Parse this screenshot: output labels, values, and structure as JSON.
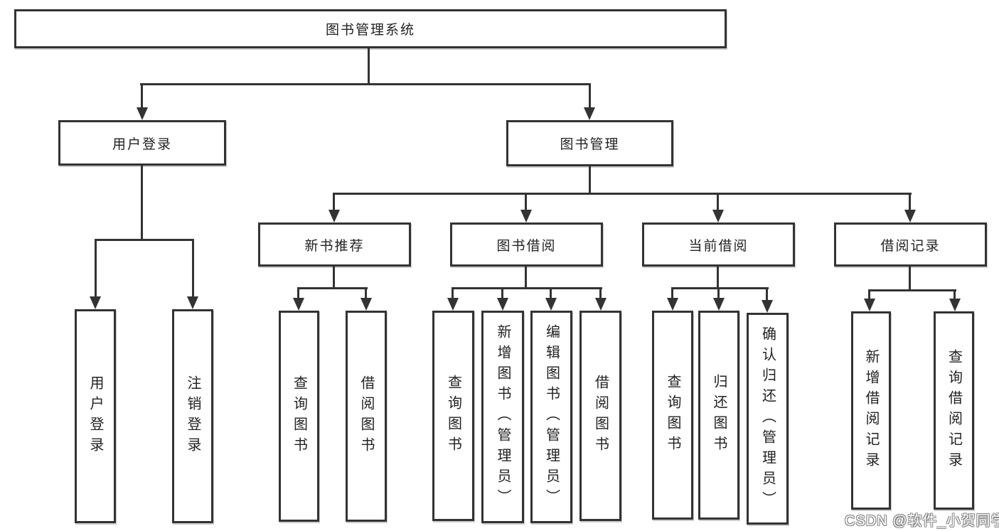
{
  "tree": {
    "label": "图书管理系统",
    "children": [
      {
        "label": "用户登录",
        "children": [
          {
            "label": "用户登录"
          },
          {
            "label": "注销登录"
          }
        ]
      },
      {
        "label": "图书管理",
        "children": [
          {
            "label": "新书推荐",
            "children": [
              {
                "label": "查询图书"
              },
              {
                "label": "借阅图书"
              }
            ]
          },
          {
            "label": "图书借阅",
            "children": [
              {
                "label": "查询图书"
              },
              {
                "label": "新增图书（管理员）"
              },
              {
                "label": "编辑图书（管理员）"
              },
              {
                "label": "借阅图书"
              }
            ]
          },
          {
            "label": "当前借阅",
            "children": [
              {
                "label": "查询图书"
              },
              {
                "label": "归还图书"
              },
              {
                "label": "确认归还（管理员）"
              }
            ]
          },
          {
            "label": "借阅记录",
            "children": [
              {
                "label": "新增借阅记录"
              },
              {
                "label": "查询借阅记录"
              }
            ]
          }
        ]
      }
    ]
  },
  "watermark": "CSDN @软件_小贺同学",
  "colors": {
    "line": "#333333",
    "text": "#222222",
    "bg": "#ffffff",
    "wm_fill": "#ffffff",
    "wm_outline": "#8a8a8a"
  }
}
